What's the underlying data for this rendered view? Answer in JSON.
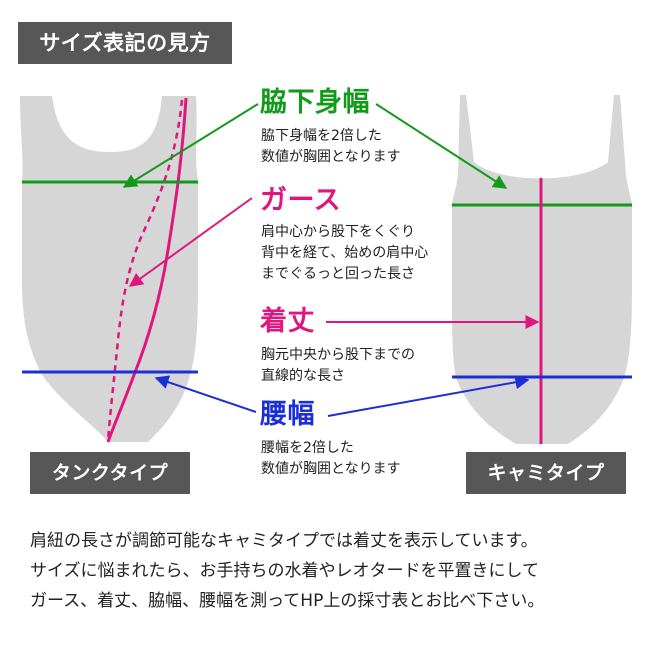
{
  "header": {
    "title": "サイズ表記の見方"
  },
  "measurements": [
    {
      "key": "waki",
      "term": "脇下身幅",
      "color": "#129a1a",
      "description": [
        "脇下身幅を2倍した",
        "数値が胸囲となります"
      ]
    },
    {
      "key": "garth",
      "term": "ガース",
      "color": "#e0167f",
      "description": [
        "肩中心から股下をくぐり",
        "背中を経て、始めの肩中心",
        "までぐるっと回った長さ"
      ]
    },
    {
      "key": "length",
      "term": "着丈",
      "color": "#e0167f",
      "description": [
        "胸元中央から股下までの",
        "直線的な長さ"
      ]
    },
    {
      "key": "waist",
      "term": "腰幅",
      "color": "#1c2fd6",
      "description": [
        "腰幅を2倍した",
        "数値が胸囲となります"
      ]
    }
  ],
  "types": {
    "tank": "タンクタイプ",
    "camisole": "キャミタイプ"
  },
  "footer": [
    "肩紐の長さが調節可能なキャミタイプでは着丈を表示しています。",
    "サイズに悩まれたら、お手持ちの水着やレオタードを平置きにして",
    "ガース、着丈、脇幅、腰幅を測ってHP上の採寸表とお比べ下さい。"
  ]
}
